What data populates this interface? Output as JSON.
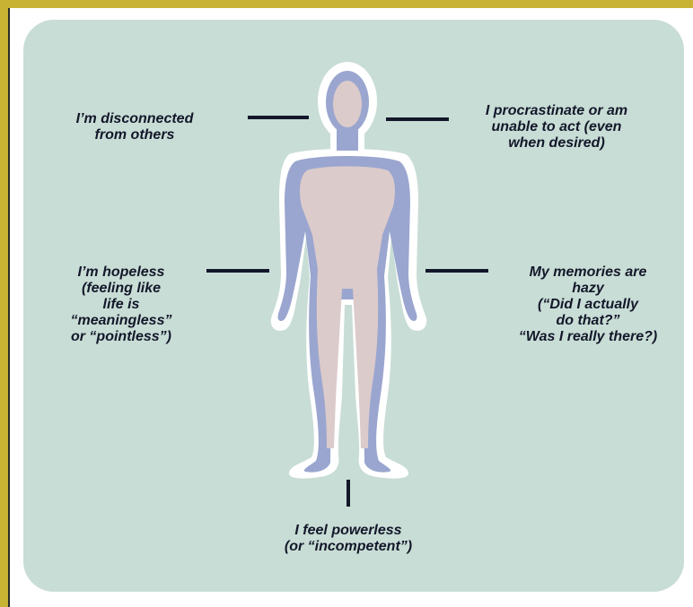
{
  "colors": {
    "frame": "#c8b332",
    "card": "#c8ddd5",
    "outline": "#ffffff",
    "body_outer": "#9aa6cf",
    "body_inner": "#dccbcb",
    "ink": "#13172a"
  },
  "labels": {
    "top_left": "I’m disconnected\nfrom others",
    "top_right": "I procrastinate or am\nunable to act (even\nwhen desired)",
    "mid_left": "I’m hopeless\n(feeling like\nlife is\n“meaningless”\nor “pointless”)",
    "mid_right": "My memories are\nhazy\n(“Did I actually\ndo that?”\n“Was I really there?)",
    "bottom": "I feel powerless\n(or “incompetent”)"
  }
}
